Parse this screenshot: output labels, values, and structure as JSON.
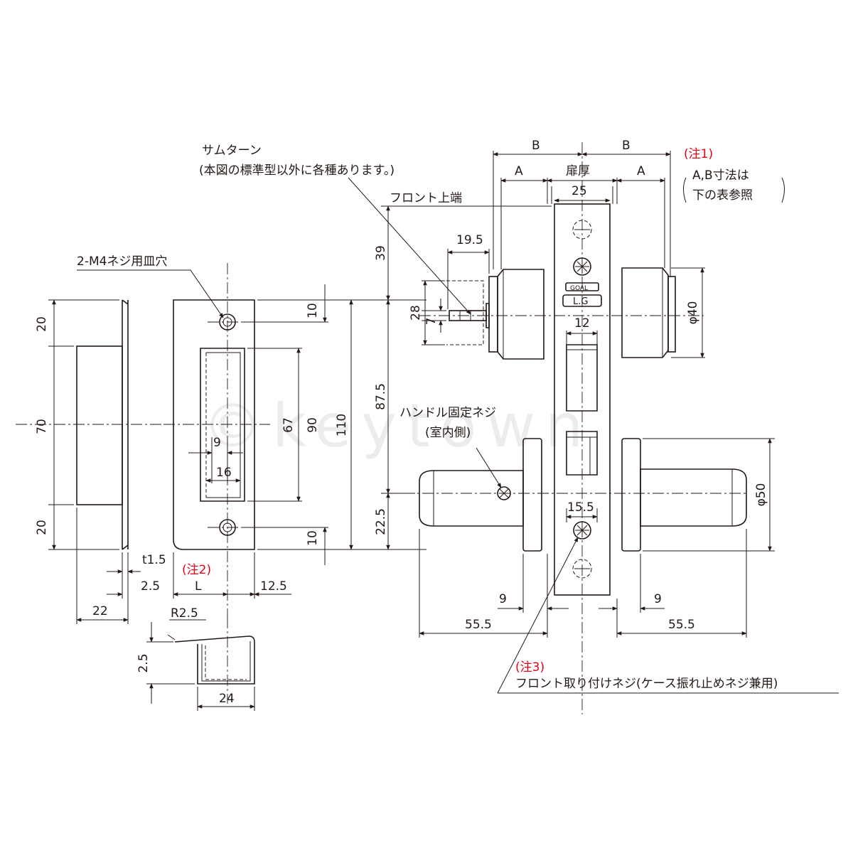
{
  "watermark": "©keytown",
  "labels": {
    "thumbturn": "サムターン",
    "thumbturn_note": "(本図の標準型以外に各種あります。)",
    "front_top": "フロント上端",
    "screw_holes": "2-M4ネジ用皿穴",
    "handle_screw": "ハンドル固定ネジ",
    "indoor": "(室内側)",
    "note1": "(注1)",
    "note1_line1": "A,B寸法は",
    "note1_line2": "下の表参照",
    "note2": "(注2)",
    "note3": "(注3)",
    "front_screw": "フロント取り付けネジ(ケース振れ止めネジ兼用)",
    "brand": "GOAL",
    "model": "L.G"
  },
  "dimensions": {
    "d20_top": "20",
    "d70": "70",
    "d20_bottom": "20",
    "t1_5": "t1.5",
    "d2_5": "2.5",
    "d22": "22",
    "L": "L",
    "d12_5": "12.5",
    "d9": "9",
    "d16": "16",
    "d67": "67",
    "d90": "90",
    "d110": "110",
    "d10_top": "10",
    "d10_bottom": "10",
    "r2_5": "R2.5",
    "d2_5_v": "2.5",
    "d24": "24",
    "B_left": "B",
    "B_right": "B",
    "A_left": "A",
    "A_right": "A",
    "door": "扉厚",
    "d25": "25",
    "d39": "39",
    "d87_5": "87.5",
    "d22_5": "22.5",
    "d19_5": "19.5",
    "d28": "28",
    "d7": "7",
    "phi40": "φ40",
    "d12": "12",
    "d15_5": "15.5",
    "phi50": "φ50",
    "d9_left": "9",
    "d9_right": "9",
    "d55_5_left": "55.5",
    "d55_5_right": "55.5"
  }
}
